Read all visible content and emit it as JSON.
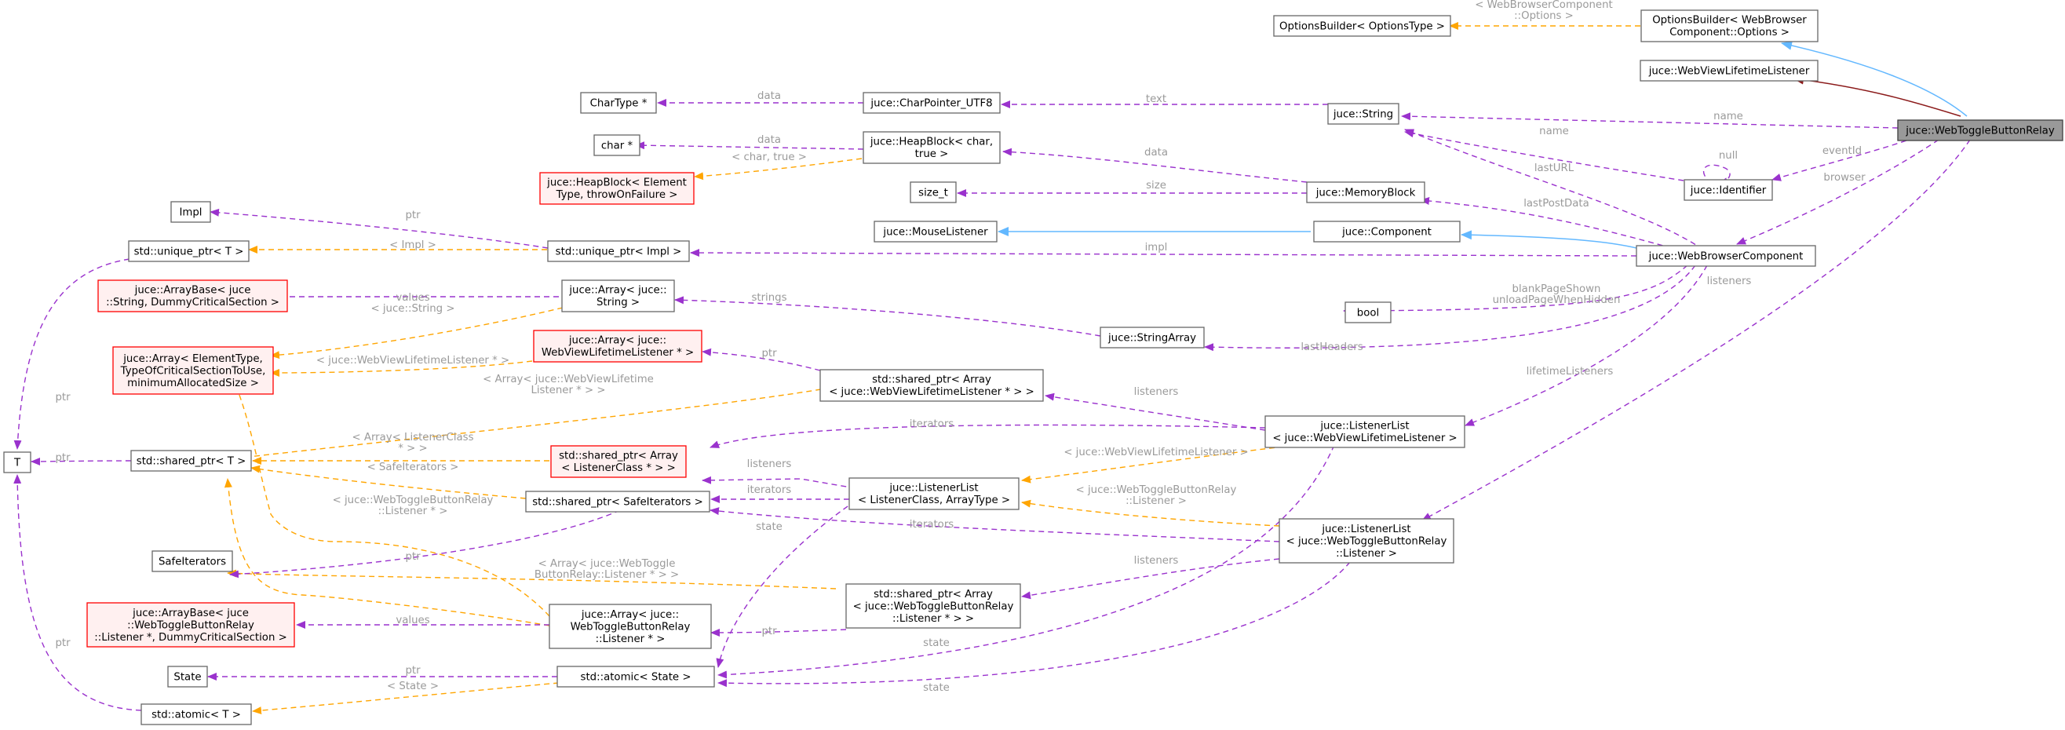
{
  "colors": {
    "usage_edge": "#9a32cd",
    "template_edge": "#ffa500",
    "inherit_edge": "#63b8ff",
    "private_inherit_edge": "#8b1a1a",
    "focus_fill": "#999999",
    "normal_border": "#666666",
    "incomplete_border": "#ff0000",
    "incomplete_fill": "#fff0f0",
    "label_text": "#9a9a9a"
  },
  "nodes": [
    {
      "id": "relay",
      "lines": [
        "juce::WebToggleButtonRelay"
      ],
      "style": "focus"
    },
    {
      "id": "ob_web",
      "lines": [
        "OptionsBuilder< WebBrowser",
        "Component::Options >"
      ],
      "style": "normal"
    },
    {
      "id": "ob_t",
      "lines": [
        "OptionsBuilder< OptionsType >"
      ],
      "style": "normal"
    },
    {
      "id": "lifetime",
      "lines": [
        "juce::WebViewLifetimeListener"
      ],
      "style": "normal"
    },
    {
      "id": "string",
      "lines": [
        "juce::String"
      ],
      "style": "normal"
    },
    {
      "id": "cp",
      "lines": [
        "juce::CharPointer_UTF8"
      ],
      "style": "normal"
    },
    {
      "id": "chartype",
      "lines": [
        "CharType *"
      ],
      "style": "normal"
    },
    {
      "id": "charp",
      "lines": [
        "char *"
      ],
      "style": "normal"
    },
    {
      "id": "hb_char",
      "lines": [
        "juce::HeapBlock< char,",
        "true >"
      ],
      "style": "normal"
    },
    {
      "id": "hb_elem",
      "lines": [
        "juce::HeapBlock< Element",
        "Type, throwOnFailure >"
      ],
      "style": "incomplete"
    },
    {
      "id": "identifier",
      "lines": [
        "juce::Identifier"
      ],
      "style": "normal"
    },
    {
      "id": "memblock",
      "lines": [
        "juce::MemoryBlock"
      ],
      "style": "normal"
    },
    {
      "id": "size_t",
      "lines": [
        "size_t"
      ],
      "style": "normal"
    },
    {
      "id": "impl",
      "lines": [
        "Impl"
      ],
      "style": "normal"
    },
    {
      "id": "up_t",
      "lines": [
        "std::unique_ptr< T >"
      ],
      "style": "normal"
    },
    {
      "id": "up_impl",
      "lines": [
        "std::unique_ptr< Impl >"
      ],
      "style": "normal"
    },
    {
      "id": "mouse",
      "lines": [
        "juce::MouseListener"
      ],
      "style": "normal"
    },
    {
      "id": "component",
      "lines": [
        "juce::Component"
      ],
      "style": "normal"
    },
    {
      "id": "wbc",
      "lines": [
        "juce::WebBrowserComponent"
      ],
      "style": "normal"
    },
    {
      "id": "ab_string",
      "lines": [
        "juce::ArrayBase< juce",
        "::String, DummyCriticalSection >"
      ],
      "style": "incomplete"
    },
    {
      "id": "arr_string",
      "lines": [
        "juce::Array< juce::",
        "String >"
      ],
      "style": "normal"
    },
    {
      "id": "bool",
      "lines": [
        "bool"
      ],
      "style": "normal"
    },
    {
      "id": "strarray",
      "lines": [
        "juce::StringArray"
      ],
      "style": "normal"
    },
    {
      "id": "arr_elem",
      "lines": [
        "juce::Array< ElementType,",
        "TypeOfCriticalSectionToUse,",
        "minimumAllocatedSize >"
      ],
      "style": "incomplete"
    },
    {
      "id": "arr_wvl",
      "lines": [
        "juce::Array< juce::",
        "WebViewLifetimeListener * >"
      ],
      "style": "incomplete"
    },
    {
      "id": "sp_arr_wvl",
      "lines": [
        "std::shared_ptr< Array",
        "< juce::WebViewLifetimeListener * > >"
      ],
      "style": "normal"
    },
    {
      "id": "T",
      "lines": [
        "T"
      ],
      "style": "normal"
    },
    {
      "id": "sp_t",
      "lines": [
        "std::shared_ptr< T >"
      ],
      "style": "normal"
    },
    {
      "id": "sp_arr_lc",
      "lines": [
        "std::shared_ptr< Array",
        "< ListenerClass * > >"
      ],
      "style": "incomplete"
    },
    {
      "id": "ll_wvl",
      "lines": [
        "juce::ListenerList",
        "< juce::WebViewLifetimeListener >"
      ],
      "style": "normal"
    },
    {
      "id": "sp_safe",
      "lines": [
        "std::shared_ptr< SafeIterators >"
      ],
      "style": "normal"
    },
    {
      "id": "ll_gen",
      "lines": [
        "juce::ListenerList",
        "< ListenerClass, ArrayType >"
      ],
      "style": "normal"
    },
    {
      "id": "safeiter",
      "lines": [
        "SafeIterators"
      ],
      "style": "normal"
    },
    {
      "id": "ll_relay",
      "lines": [
        "juce::ListenerList",
        "< juce::WebToggleButtonRelay",
        "::Listener >"
      ],
      "style": "normal"
    },
    {
      "id": "ab_relay",
      "lines": [
        "juce::ArrayBase< juce",
        "::WebToggleButtonRelay",
        "::Listener *, DummyCriticalSection >"
      ],
      "style": "incomplete"
    },
    {
      "id": "arr_relay",
      "lines": [
        "juce::Array< juce::",
        "WebToggleButtonRelay",
        "::Listener * >"
      ],
      "style": "normal"
    },
    {
      "id": "sp_arr_relay",
      "lines": [
        "std::shared_ptr< Array",
        "< juce::WebToggleButtonRelay",
        "::Listener * > >"
      ],
      "style": "normal"
    },
    {
      "id": "state",
      "lines": [
        "State"
      ],
      "style": "normal"
    },
    {
      "id": "atomic_state",
      "lines": [
        "std::atomic< State >"
      ],
      "style": "normal"
    },
    {
      "id": "atomic_t",
      "lines": [
        "std::atomic< T >"
      ],
      "style": "normal"
    }
  ],
  "edge_labels": [
    {
      "id": "l_wbc_options",
      "lines": [
        "< WebBrowserComponent",
        "::Options >"
      ]
    },
    {
      "id": "l_data1",
      "lines": [
        "data"
      ]
    },
    {
      "id": "l_data2",
      "lines": [
        "data"
      ]
    },
    {
      "id": "l_data3",
      "lines": [
        "data"
      ]
    },
    {
      "id": "l_text",
      "lines": [
        "text"
      ]
    },
    {
      "id": "l_name1",
      "lines": [
        "name"
      ]
    },
    {
      "id": "l_name2",
      "lines": [
        "name"
      ]
    },
    {
      "id": "l_null",
      "lines": [
        "null"
      ]
    },
    {
      "id": "l_eventid",
      "lines": [
        "eventId"
      ]
    },
    {
      "id": "l_browser",
      "lines": [
        "browser"
      ]
    },
    {
      "id": "l_lasturl",
      "lines": [
        "lastURL"
      ]
    },
    {
      "id": "l_char_true",
      "lines": [
        "< char, true >"
      ]
    },
    {
      "id": "l_size",
      "lines": [
        "size"
      ]
    },
    {
      "id": "l_lastpostdata",
      "lines": [
        "lastPostData"
      ]
    },
    {
      "id": "l_ptr_impl",
      "lines": [
        "ptr"
      ]
    },
    {
      "id": "l_impl_tpl",
      "lines": [
        "< Impl >"
      ]
    },
    {
      "id": "l_impl",
      "lines": [
        "impl"
      ]
    },
    {
      "id": "l_listeners_wbc",
      "lines": [
        "listeners"
      ]
    },
    {
      "id": "l_values1",
      "lines": [
        "values"
      ]
    },
    {
      "id": "l_strings",
      "lines": [
        "strings"
      ]
    },
    {
      "id": "l_string_tpl",
      "lines": [
        "< juce::String >"
      ]
    },
    {
      "id": "l_blankpage",
      "lines": [
        "blankPageShown",
        "unloadPageWhenHidden"
      ]
    },
    {
      "id": "l_lastheaders",
      "lines": [
        "lastHeaders"
      ]
    },
    {
      "id": "l_wvl_tpl",
      "lines": [
        "< juce::WebViewLifetimeListener * >"
      ]
    },
    {
      "id": "l_ptr_wvl",
      "lines": [
        "ptr"
      ]
    },
    {
      "id": "l_arr_wvl_tpl",
      "lines": [
        "< Array< juce::WebViewLifetime",
        "Listener * > >"
      ]
    },
    {
      "id": "l_lifetimelisteners",
      "lines": [
        "lifetimeListeners"
      ]
    },
    {
      "id": "l_listeners_sp",
      "lines": [
        "listeners"
      ]
    },
    {
      "id": "l_ptr_left",
      "lines": [
        "ptr"
      ]
    },
    {
      "id": "l_ptr_T",
      "lines": [
        "ptr"
      ]
    },
    {
      "id": "l_lc_tpl",
      "lines": [
        "< Array< ListenerClass",
        "* > >"
      ]
    },
    {
      "id": "l_iterators_top",
      "lines": [
        "iterators"
      ]
    },
    {
      "id": "l_wvl_ll_tpl",
      "lines": [
        "< juce::WebViewLifetimeListener >"
      ]
    },
    {
      "id": "l_listeners_lc",
      "lines": [
        "listeners"
      ]
    },
    {
      "id": "l_safe_tpl",
      "lines": [
        "< SafeIterators >"
      ]
    },
    {
      "id": "l_iterators_mid",
      "lines": [
        "iterators"
      ]
    },
    {
      "id": "l_relay_ll_tpl",
      "lines": [
        "< juce::WebToggleButtonRelay",
        "::Listener >"
      ]
    },
    {
      "id": "l_state_mid",
      "lines": [
        "state"
      ]
    },
    {
      "id": "l_iterators_low",
      "lines": [
        "iterators"
      ]
    },
    {
      "id": "l_relay_arr_tpl",
      "lines": [
        "< juce::WebToggleButtonRelay",
        "::Listener * >"
      ]
    },
    {
      "id": "l_ptr_safe",
      "lines": [
        "ptr"
      ]
    },
    {
      "id": "l_arr_relay_tpl",
      "lines": [
        "< Array< juce::WebToggle",
        "ButtonRelay::Listener * > >"
      ]
    },
    {
      "id": "l_listeners_relay",
      "lines": [
        "listeners"
      ]
    },
    {
      "id": "l_values2",
      "lines": [
        "values"
      ]
    },
    {
      "id": "l_ptr_relay",
      "lines": [
        "ptr"
      ]
    },
    {
      "id": "l_state1",
      "lines": [
        "state"
      ]
    },
    {
      "id": "l_ptr_state",
      "lines": [
        "ptr"
      ]
    },
    {
      "id": "l_state_tpl",
      "lines": [
        "< State >"
      ]
    },
    {
      "id": "l_state2",
      "lines": [
        "state"
      ]
    },
    {
      "id": "l_ptr_atomic",
      "lines": [
        "ptr"
      ]
    }
  ]
}
